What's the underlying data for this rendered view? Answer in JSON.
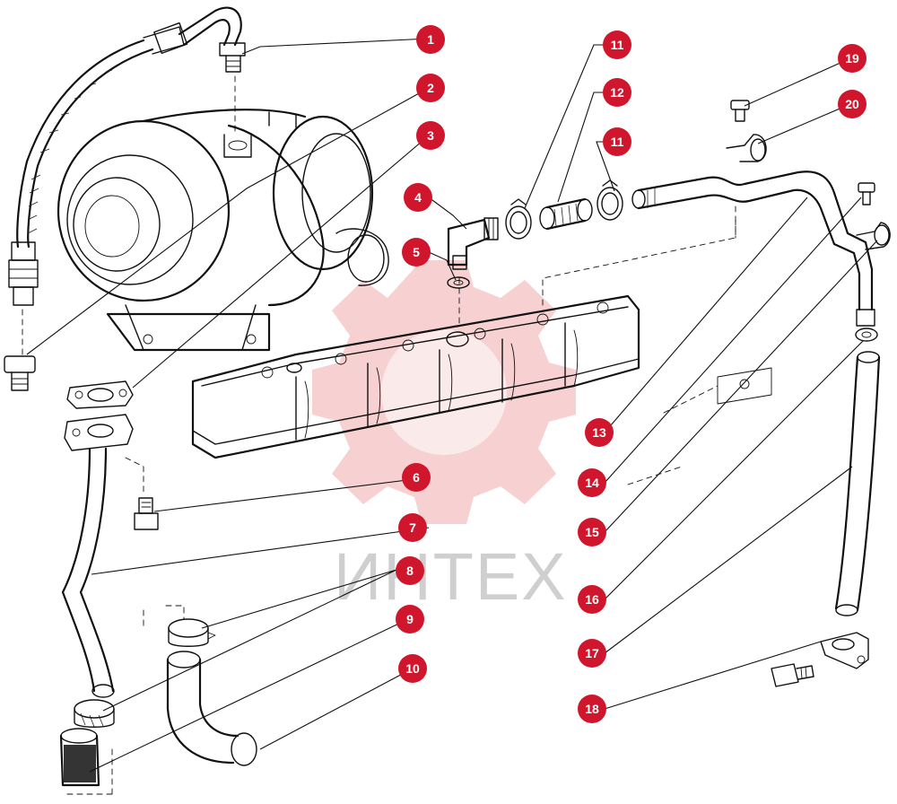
{
  "watermark": {
    "text": "ИНТЕХ"
  },
  "colors": {
    "callout": "#d0162c",
    "watermark_gear": "#f3b8b8",
    "watermark_text": "#cfcfcf",
    "line": "#111111"
  },
  "callouts": [
    {
      "id": "1",
      "label": "1"
    },
    {
      "id": "2",
      "label": "2"
    },
    {
      "id": "3",
      "label": "3"
    },
    {
      "id": "4",
      "label": "4"
    },
    {
      "id": "5",
      "label": "5"
    },
    {
      "id": "6",
      "label": "6"
    },
    {
      "id": "7",
      "label": "7"
    },
    {
      "id": "8",
      "label": "8"
    },
    {
      "id": "9",
      "label": "9"
    },
    {
      "id": "10",
      "label": "10"
    },
    {
      "id": "11a",
      "label": "11"
    },
    {
      "id": "12",
      "label": "12"
    },
    {
      "id": "11b",
      "label": "11"
    },
    {
      "id": "13",
      "label": "13"
    },
    {
      "id": "14",
      "label": "14"
    },
    {
      "id": "15",
      "label": "15"
    },
    {
      "id": "16",
      "label": "16"
    },
    {
      "id": "17",
      "label": "17"
    },
    {
      "id": "18",
      "label": "18"
    },
    {
      "id": "19",
      "label": "19"
    },
    {
      "id": "20",
      "label": "20"
    }
  ]
}
